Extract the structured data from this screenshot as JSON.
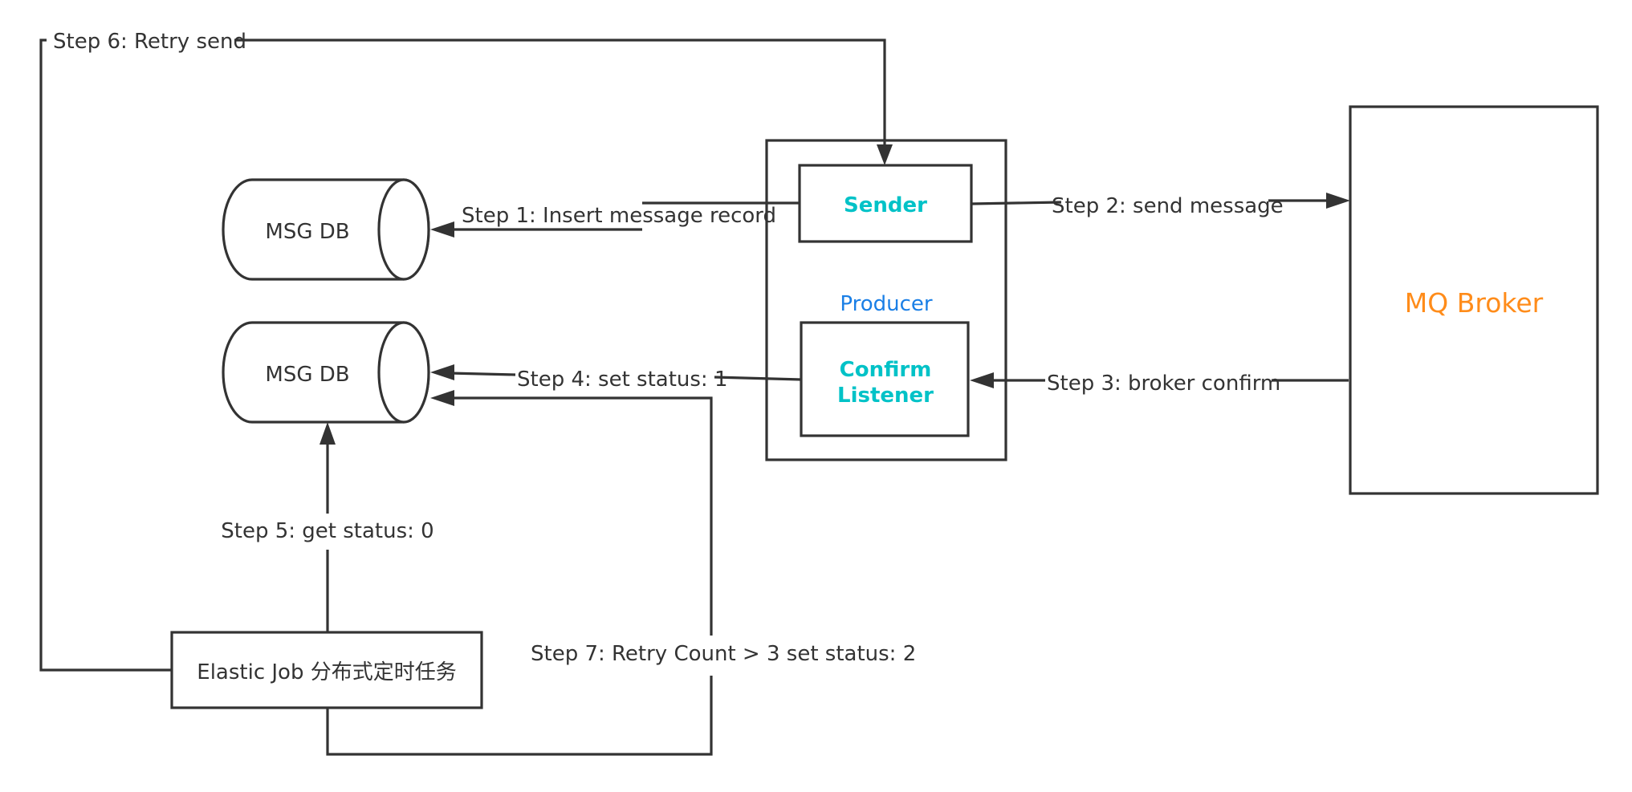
{
  "nodes": {
    "msg_db_top": "MSG DB",
    "msg_db_bottom": "MSG DB",
    "sender": "Sender",
    "producer": "Producer",
    "confirm_listener_line1": "Confirm",
    "confirm_listener_line2": "Listener",
    "mq_broker": "MQ Broker",
    "elastic_job": "Elastic Job 分布式定时任务"
  },
  "edges": {
    "step1": "Step 1: Insert message record",
    "step2": "Step 2: send message",
    "step3": "Step 3: broker confirm",
    "step4": "Step 4: set status: 1",
    "step5": "Step 5: get status: 0",
    "step6": "Step 6: Retry send",
    "step7": "Step 7: Retry Count > 3 set status: 2"
  },
  "colors": {
    "line": "#333333",
    "component_text": "#00c2c7",
    "producer_text": "#1a7fe6",
    "broker_text": "#ff8c1a"
  }
}
